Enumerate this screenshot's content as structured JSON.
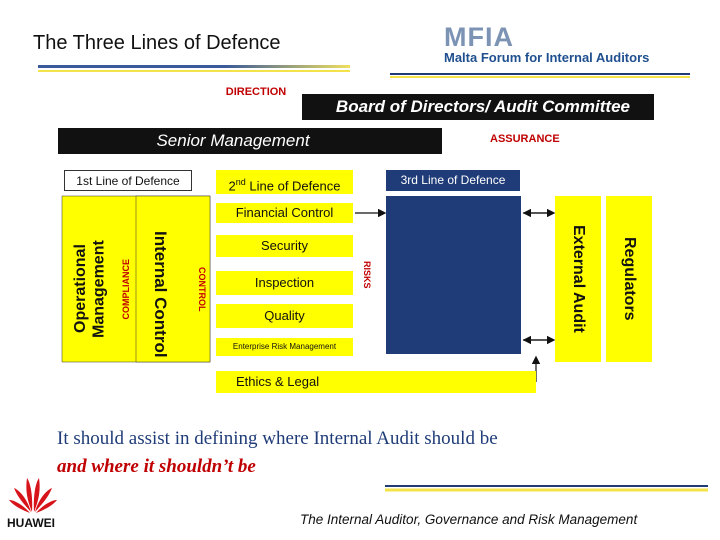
{
  "slide": {
    "title": "The Three Lines of Defence",
    "logo": {
      "name": "MFIA",
      "subtitle": "Malta Forum for Internal Auditors"
    },
    "colors": {
      "navy": "#1f3c78",
      "yellow": "#ffff00",
      "red": "#c00000",
      "black": "#111111"
    }
  },
  "diagram": {
    "direction_label": "DIRECTION",
    "board_label": "Board of Directors/ Audit Committee",
    "senior_label": "Senior Management",
    "assurance_label": "ASSURANCE",
    "line1_label": "1st Line of Defence",
    "line2_label_pre": "2",
    "line2_label_sup": "nd",
    "line2_label_post": " Line of Defence",
    "line3_label": "3rd Line of Defence",
    "operational_management_label": "Operational Management",
    "compliance_label": "COMPLIANCE",
    "internal_control_label": "Internal Control",
    "control_label": "CONTROL",
    "financial_control_label": "Financial Control",
    "security_label": "Security",
    "inspection_label": "Inspection",
    "quality_label": "Quality",
    "erm_label": "Enterprise Risk Management",
    "risks_label": "RISKS",
    "ethics_label": "Ethics & Legal",
    "external_audit_label": "External Audit",
    "regulators_label": "Regulators"
  },
  "statement": {
    "text_main": "It should assist in defining where Internal Audit should be",
    "text_emphasis": "and where it shouldn’t be"
  },
  "footer": {
    "caption": "The Internal Auditor, Governance and Risk  Management",
    "brand": "HUAWEI"
  }
}
